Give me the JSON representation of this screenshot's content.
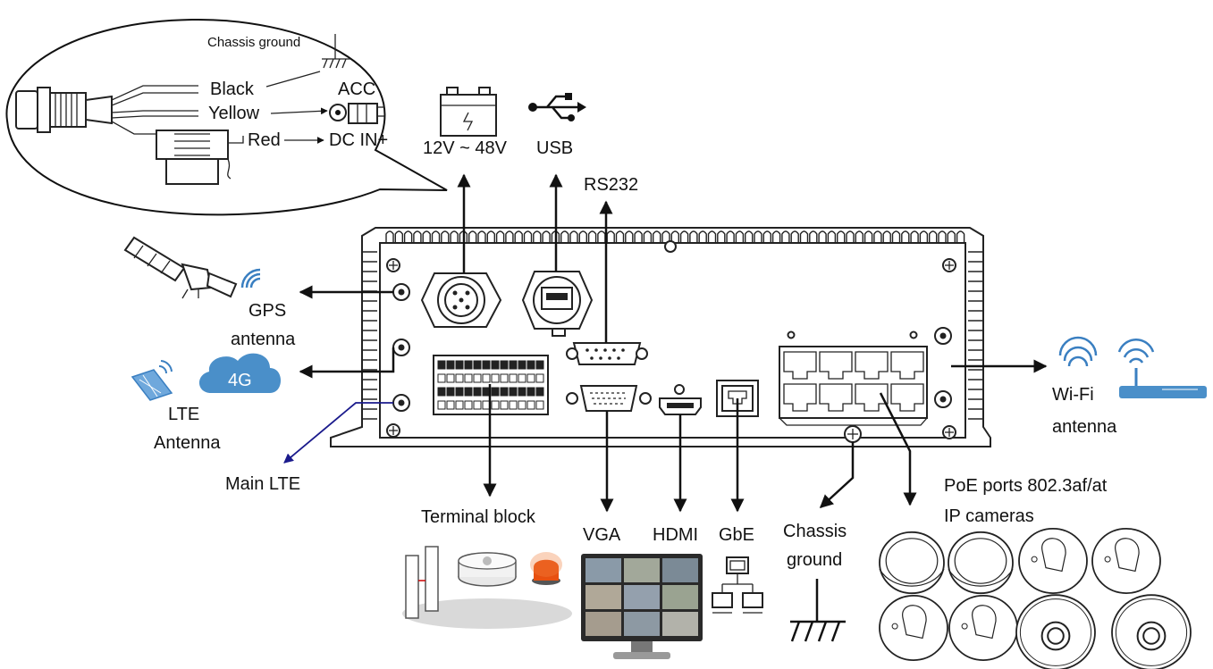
{
  "callout": {
    "chassis_ground": "Chassis ground",
    "black": "Black",
    "yellow": "Yellow",
    "red": "Red",
    "acc": "ACC",
    "dc_in": "DC IN+"
  },
  "top": {
    "power": "12V ~ 48V",
    "usb": "USB",
    "rs232": "RS232"
  },
  "left": {
    "gps_line1": "GPS",
    "gps_line2": "antenna",
    "cloud": "4G",
    "lte_line1": "LTE",
    "lte_line2": "Antenna",
    "main_lte": "Main LTE"
  },
  "right": {
    "wifi_line1": "Wi-Fi",
    "wifi_line2": "antenna",
    "poe_line1": "PoE ports 802.3af/at",
    "poe_line2": "IP cameras"
  },
  "bottom": {
    "terminal": "Terminal block",
    "vga": "VGA",
    "hdmi": "HDMI",
    "gbe": "GbE",
    "chassis_line1": "Chassis",
    "chassis_line2": "ground"
  },
  "colors": {
    "cloud": "#4a8fc9",
    "wifi": "#3a7fc1",
    "main_lte_arrow": "#1a1a8c",
    "alarm": "#e85010"
  }
}
